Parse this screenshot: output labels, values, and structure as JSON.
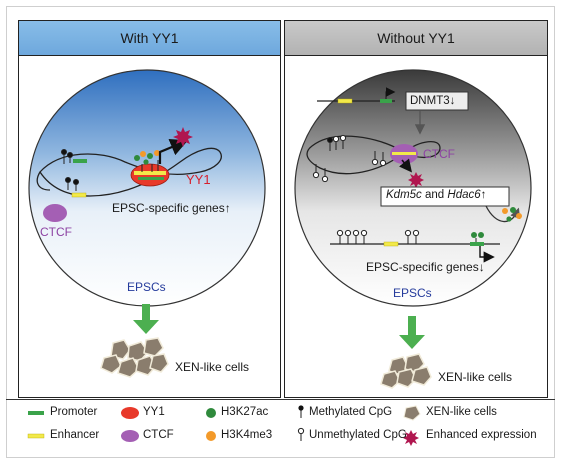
{
  "panels": {
    "left_title": "With YY1",
    "right_title": "Without YY1"
  },
  "left": {
    "yy1_label": "YY1",
    "genes_label": "EPSC-specific genes↑",
    "ctcf_label": "CTCF",
    "cell_label": "EPSCs",
    "outcome_label": "XEN-like cells"
  },
  "right": {
    "dnmt3_label": "DNMT3↓",
    "ctcf_label": "CTCF",
    "kdm_label_a": "Kdm5c",
    "kdm_label_and": "and",
    "kdm_label_b": "Hdac6",
    "kdm_arrow": "↑",
    "genes_label": "EPSC-specific genes↓",
    "cell_label": "EPSCs",
    "outcome_label": "XEN-like cells"
  },
  "legend": {
    "promoter": "Promoter",
    "enhancer": "Enhancer",
    "yy1": "YY1",
    "ctcf": "CTCF",
    "h3k27ac": "H3K27ac",
    "h3k4me3": "H3K4me3",
    "methylated": "Methylated CpG",
    "unmethylated": "Unmethylated CpG",
    "xen": "XEN-like cells",
    "enhanced": "Enhanced expression"
  },
  "colors": {
    "promoter": "#3aa34a",
    "enhancer": "#f2e94a",
    "yy1": "#e8392a",
    "ctcf": "#a45fb4",
    "h3k27ac": "#2f8a3c",
    "h3k4me3": "#f39a2a",
    "enhanced": "#b0164f",
    "xen": "#8a7d6d",
    "arrow_green": "#4caf50"
  }
}
